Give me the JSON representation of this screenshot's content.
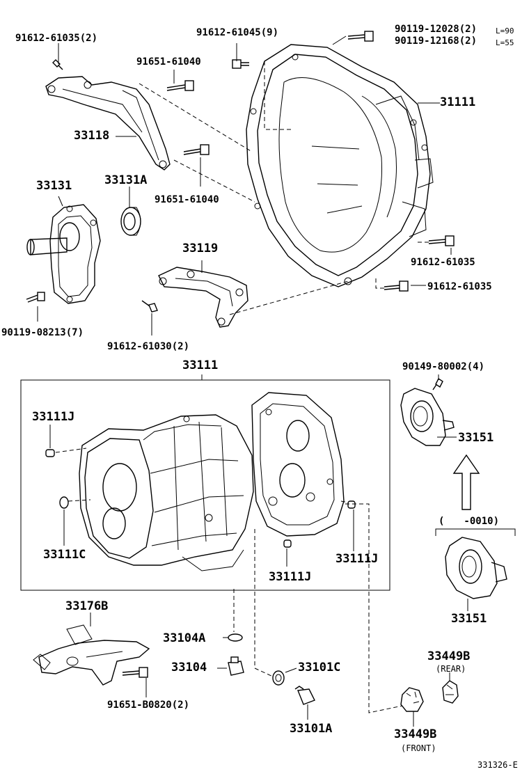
{
  "labels": {
    "p_91612_61035_2": "91612-61035(2)",
    "p_91612_61045_9": "91612-61045(9)",
    "p_90119_12028": "90119-12028(2)",
    "p_90119_12028_note": "L=90",
    "p_90119_12168": "90119-12168(2)",
    "p_90119_12168_note": "L=55",
    "p_91651_61040_a": "91651-61040",
    "p_31111": "31111",
    "p_33118": "33118",
    "p_91651_61040_b": "91651-61040",
    "p_33131": "33131",
    "p_33131A": "33131A",
    "p_33119": "33119",
    "p_91612_61035_a": "91612-61035",
    "p_91612_61035_b": "91612-61035",
    "p_90119_08213_7": "90119-08213(7)",
    "p_91612_61030_2": "91612-61030(2)",
    "p_33111_box": "33111",
    "p_90149_80002_4": "90149-80002(4)",
    "p_33111J_a": "33111J",
    "p_33151_a": "33151",
    "p_range": "(　　-0010)",
    "p_33111C": "33111C",
    "p_33111J_b": "33111J",
    "p_33111J_c": "33111J",
    "p_33151_b": "33151",
    "p_33176B": "33176B",
    "p_33104A": "33104A",
    "p_33104": "33104",
    "p_33101C": "33101C",
    "p_33449B_rear": "33449B",
    "p_rear": "(REAR)",
    "p_91651_B0820_2": "91651-B0820(2)",
    "p_33101A": "33101A",
    "p_33449B_front": "33449B",
    "p_front": "(FRONT)",
    "ref_code": "331326-E"
  }
}
